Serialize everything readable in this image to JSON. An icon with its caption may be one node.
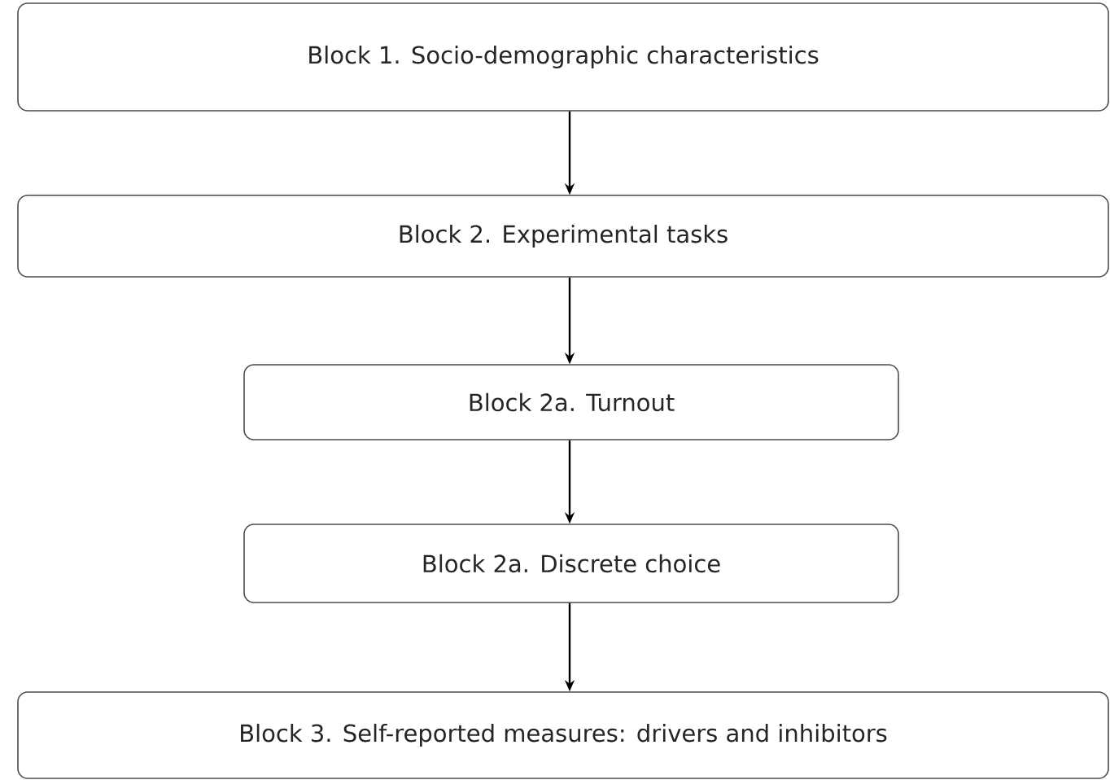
{
  "diagram": {
    "nodes": [
      {
        "text": [
          "Block 1. Socio-demographic characteristics"
        ]
      },
      {
        "text": [
          "Block 2. Experimental tasks"
        ]
      },
      {
        "text": [
          "Block 2a. Turnout"
        ]
      },
      {
        "text": [
          "Block 2a. Discrete choice"
        ]
      },
      {
        "text": [
          "Block 3. Self-reported measures: drivers and inhibitors"
        ]
      }
    ],
    "edges": [
      {
        "from": 0,
        "to": 1,
        "arrow": "to"
      },
      {
        "from": 1,
        "to": 2,
        "arrow": "to"
      },
      {
        "from": 2,
        "to": 3,
        "arrow": "to"
      },
      {
        "from": 3,
        "to": 4,
        "arrow": "to"
      }
    ]
  }
}
